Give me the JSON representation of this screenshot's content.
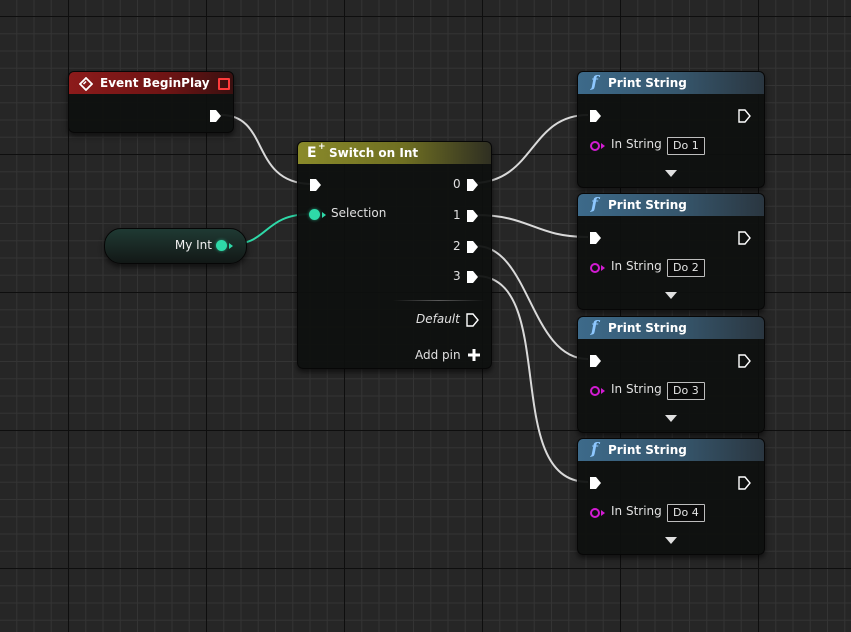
{
  "event_node": {
    "title": "Event BeginPlay",
    "icon": "event-diamond-icon",
    "color": "#8c1b1b"
  },
  "variable_node": {
    "label": "My Int",
    "pin_color": "#2ed9a8"
  },
  "switch_node": {
    "title": "Switch on Int",
    "icon": "switch-icon",
    "color": "#8a8a2a",
    "selection_label": "Selection",
    "outputs": [
      "0",
      "1",
      "2",
      "3"
    ],
    "default_label": "Default",
    "add_pin_label": "Add pin"
  },
  "print_nodes": [
    {
      "title": "Print String",
      "icon": "function-icon",
      "in_string_label": "In String",
      "value": "Do 1"
    },
    {
      "title": "Print String",
      "icon": "function-icon",
      "in_string_label": "In String",
      "value": "Do 2"
    },
    {
      "title": "Print String",
      "icon": "function-icon",
      "in_string_label": "In String",
      "value": "Do 3"
    },
    {
      "title": "Print String",
      "icon": "function-icon",
      "in_string_label": "In String",
      "value": "Do 4"
    }
  ],
  "colors": {
    "exec_wire": "#d9d9d9",
    "int_wire": "#2ed9a8",
    "string_pin": "#d21bd2",
    "function_header": "#3d6a8a"
  }
}
